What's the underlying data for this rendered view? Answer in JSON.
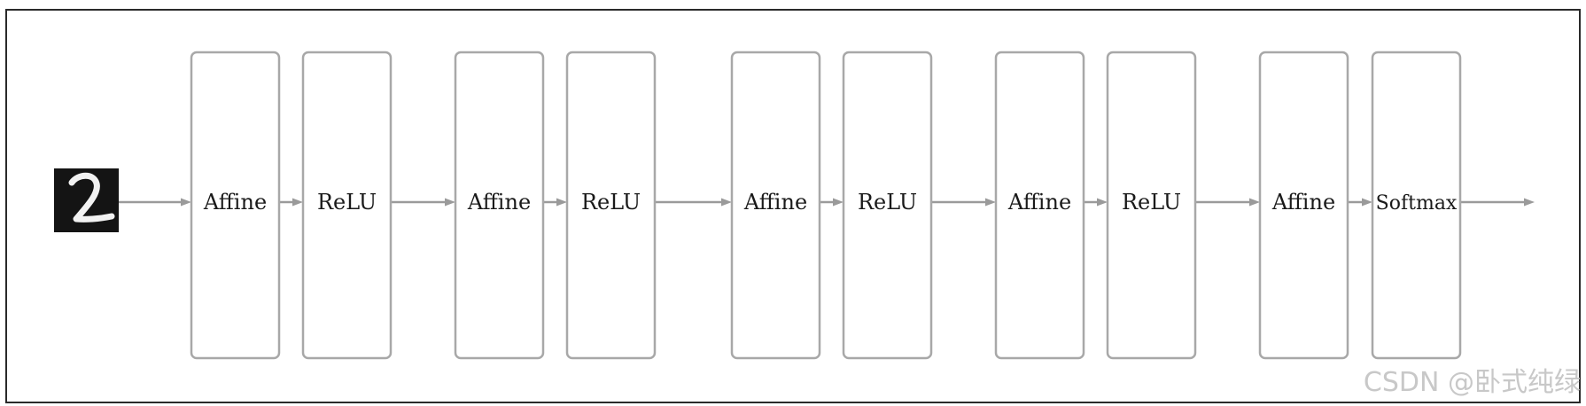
{
  "input": {
    "icon": "handwritten-digit-2-image"
  },
  "layers": [
    {
      "label": "Affine"
    },
    {
      "label": "ReLU"
    },
    {
      "label": "Affine"
    },
    {
      "label": "ReLU"
    },
    {
      "label": "Affine"
    },
    {
      "label": "ReLU"
    },
    {
      "label": "Affine"
    },
    {
      "label": "ReLU"
    },
    {
      "label": "Affine"
    },
    {
      "label": "Softmax"
    }
  ],
  "watermark": "CSDN @卧式纯绿",
  "colors": {
    "box_border": "#a8a8a8",
    "arrow": "#9a9a9a",
    "frame": "#2a2a2a",
    "text": "#1a1a1a",
    "watermark": "#c8c8c8"
  }
}
